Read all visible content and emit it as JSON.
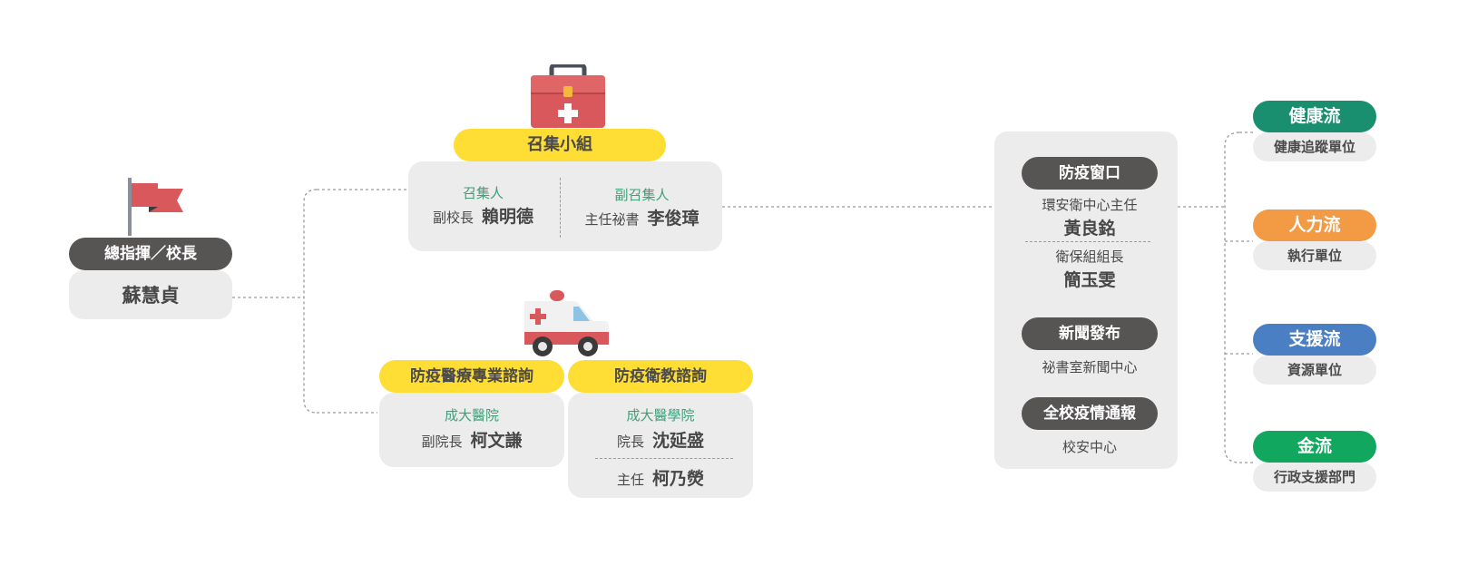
{
  "commander": {
    "title": "總指揮／校長",
    "name": "蘇慧貞"
  },
  "convene": {
    "title": "召集小組",
    "left": {
      "role": "召集人",
      "position": "副校長",
      "name": "賴明德"
    },
    "right": {
      "role": "副召集人",
      "position": "主任祕書",
      "name": "李俊璋"
    }
  },
  "medical": {
    "title": "防疫醫療專業諮詢",
    "org": "成大醫院",
    "position": "副院長",
    "name": "柯文謙"
  },
  "hygiene": {
    "title": "防疫衛教諮詢",
    "org": "成大醫學院",
    "p1": {
      "position": "院長",
      "name": "沈延盛"
    },
    "p2": {
      "position": "主任",
      "name": "柯乃熒"
    }
  },
  "window_panel": {
    "window": {
      "title": "防疫窗口",
      "p1": {
        "position": "環安衛中心主任",
        "name": "黃良銘"
      },
      "p2": {
        "position": "衛保組組長",
        "name": "簡玉雯"
      }
    },
    "news": {
      "title": "新聞發布",
      "unit": "祕書室新聞中心"
    },
    "report": {
      "title": "全校疫情通報",
      "unit": "校安中心"
    }
  },
  "flows": [
    {
      "label": "健康流",
      "unit": "健康追蹤單位",
      "color": "#1a8f6f"
    },
    {
      "label": "人力流",
      "unit": "執行單位",
      "color": "#f39a45"
    },
    {
      "label": "支援流",
      "unit": "資源單位",
      "color": "#4a7fc4"
    },
    {
      "label": "金流",
      "unit": "行政支援部門",
      "color": "#12a75f"
    }
  ],
  "icons": [
    "flag-icon",
    "first-aid-kit-icon",
    "ambulance-icon"
  ]
}
